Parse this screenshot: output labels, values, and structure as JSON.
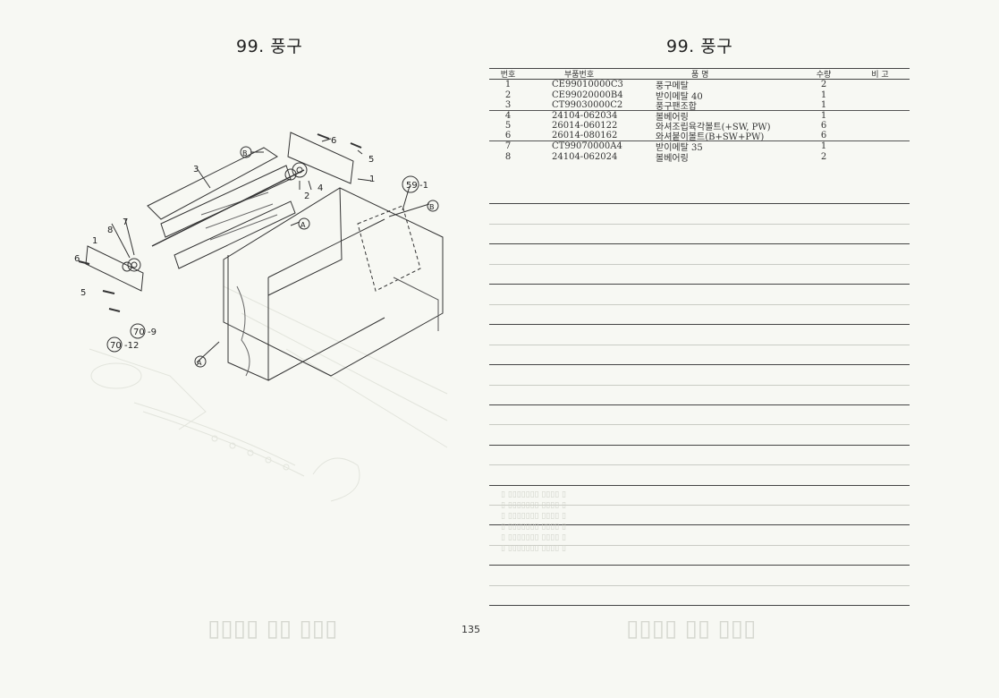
{
  "left_page": {
    "title": "99. 풍구"
  },
  "right_page": {
    "title": "99. 풍구"
  },
  "page_number": "135",
  "table": {
    "headers": {
      "no": "번호",
      "part": "부품번호",
      "name": "품 명",
      "qty": "수량",
      "remark": "비 고"
    },
    "rows": [
      {
        "no": "1",
        "part": "CE99010000C3",
        "name": "풍구메탈",
        "qty": "2"
      },
      {
        "no": "2",
        "part": "CE99020000B4",
        "name": "받이메탈 40",
        "qty": "1"
      },
      {
        "no": "3",
        "part": "CT99030000C2",
        "name": "풍구팬조합",
        "qty": "1"
      },
      {
        "no": "4",
        "part": "24104-062034",
        "name": "볼베어링",
        "qty": "1"
      },
      {
        "no": "5",
        "part": "26014-060122",
        "name": "와셔조립육각볼트(+SW, PW)",
        "qty": "6"
      },
      {
        "no": "6",
        "part": "26014-080162",
        "name": "와셔붙이볼트(B+SW+PW)",
        "qty": "6"
      },
      {
        "no": "7",
        "part": "CT99070000A4",
        "name": "받이메탈 35",
        "qty": "1"
      },
      {
        "no": "8",
        "part": "24104-062024",
        "name": "볼베어링",
        "qty": "2"
      }
    ]
  },
  "diagram": {
    "callouts": {
      "c1": "1",
      "c1b": "1",
      "c2": "2",
      "c3": "3",
      "c4": "4",
      "c5": "5",
      "c5b": "5",
      "c6": "6",
      "c6b": "6",
      "c7": "7",
      "c8": "8",
      "ref59": "59",
      "ref59_suffix": "-1",
      "ref70a": "70",
      "ref70a_suffix": "-9",
      "ref70b": "70",
      "ref70b_suffix": "-12",
      "markA1": "A",
      "markA2": "A",
      "markB1": "B",
      "markB2": "B"
    }
  }
}
